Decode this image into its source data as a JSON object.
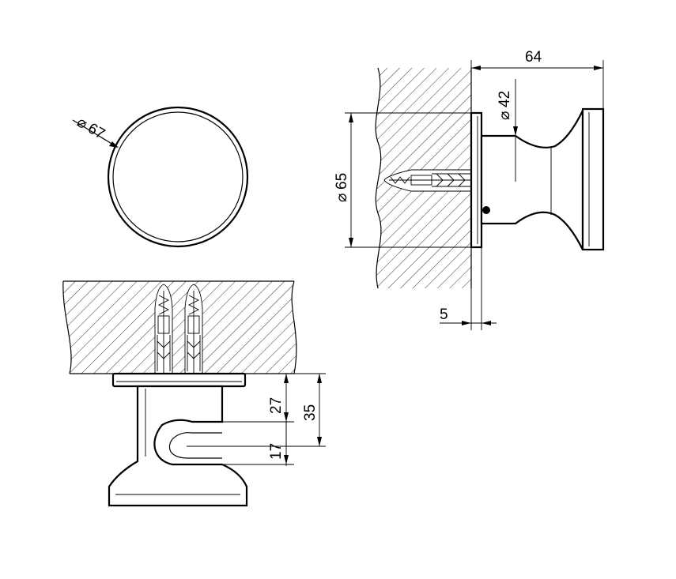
{
  "views": {
    "top_view": {
      "diameter_label": "67",
      "diameter_symbol": "⌀"
    },
    "side_view": {
      "overall_depth_label": "64",
      "neck_diameter_label": "42",
      "rose_diameter_label": "65",
      "rose_thickness_label": "5",
      "diameter_symbol": "⌀"
    },
    "front_view": {
      "upper_height_label": "27",
      "slot_height_label": "17",
      "overall_height_label": "35"
    }
  },
  "colors": {
    "line": "#000000",
    "background": "#ffffff",
    "hatch": "#000000"
  }
}
